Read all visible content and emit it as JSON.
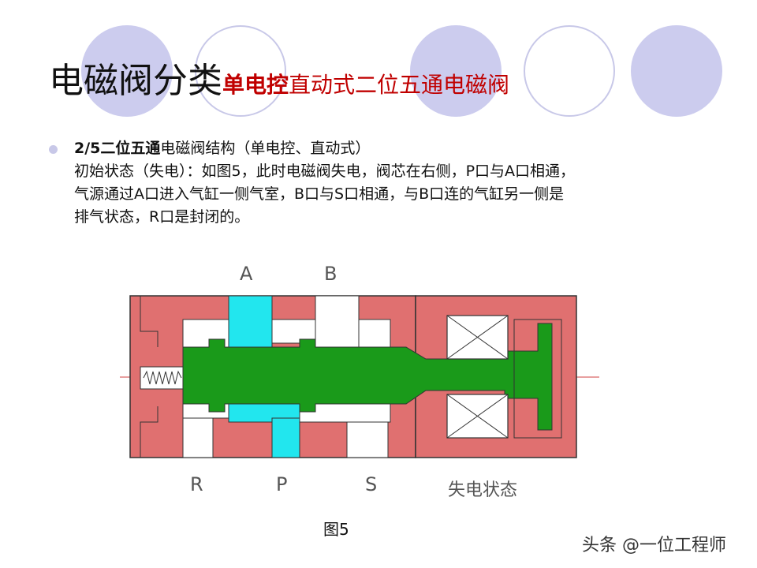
{
  "title": {
    "main": "电磁阀分类",
    "sub_bold": "单电控",
    "sub_rest": "直动式二位五通电磁阀"
  },
  "bullet": {
    "line1_bold": "2/5二位五通",
    "line1_rest": "电磁阀结构（单电控、直动式）",
    "line2": "初始状态（失电）：如图5，此时电磁阀失电，阀芯在右侧，P口与A口相通，",
    "line3": "气源通过A口进入气缸一侧气室，B口与S口相通，与B口连的气缸另一侧是",
    "line4": "排气状态，R口是封闭的。"
  },
  "diagram": {
    "port_a": "A",
    "port_b": "B",
    "port_r": "R",
    "port_p": "P",
    "port_s": "S",
    "state": "失电状态",
    "colors": {
      "body": "#e07070",
      "spool": "#1a9a1a",
      "pressure": "#22e6ee",
      "edge": "#333333"
    }
  },
  "figure_caption": "图5",
  "watermark": "头条 @一位工程师"
}
